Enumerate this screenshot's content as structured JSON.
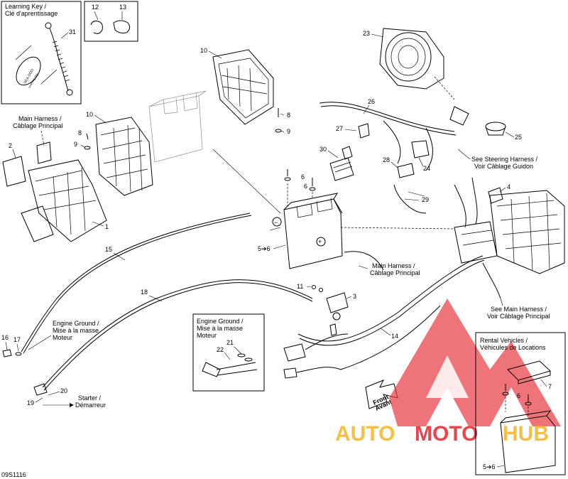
{
  "insets": {
    "learning_key_title_en": "Learning Key /",
    "learning_key_title_fr": "Clé d'aprentissage",
    "key_text_brand": "SEA-DOO",
    "key_text_sub": "Learning Key"
  },
  "labels": {
    "main_harness_1_en": "Main Harness /",
    "main_harness_1_fr": "Câblage Principal",
    "main_harness_2_en": "Main Harness /",
    "main_harness_2_fr": "Câblage Principal",
    "see_steering_en": "See Steering Harness /",
    "see_steering_fr": "Voir Câblage Guidon",
    "see_main_en": "See Main Harness /",
    "see_main_fr": "Voir Câblage Principal",
    "engine_ground_1_en": "Engine Ground /",
    "engine_ground_1_fr": "Mise à la masse",
    "engine_ground_1_fr2": "Moteur",
    "engine_ground_2_en": "Engine Ground /",
    "engine_ground_2_fr": "Mise à la masse",
    "engine_ground_2_fr2": "Moteur",
    "starter_en": "Starter /",
    "starter_fr": "Démarreur",
    "rental_en": "Rental Vehicles /",
    "rental_fr": "Véhicules de Locations",
    "front_en": "Front",
    "front_fr": "Avant",
    "battery_ref_1": "5➔6",
    "battery_ref_2": "5➔6",
    "minus_sign": "−",
    "plus_sign": "+",
    "drawing_code": "09S1116"
  },
  "callouts": {
    "c1": "1",
    "c2": "2",
    "c3": "3",
    "c4": "4",
    "c6a": "6",
    "c6b": "6",
    "c7": "7",
    "c8a": "8",
    "c8b": "8",
    "c9a": "9",
    "c9b": "9",
    "c10a": "10",
    "c10b": "10",
    "c11": "11",
    "c12": "12",
    "c13": "13",
    "c14": "14",
    "c15": "15",
    "c16": "16",
    "c17": "17",
    "c18": "18",
    "c19": "19",
    "c20": "20",
    "c21": "21",
    "c22": "22",
    "c23": "23",
    "c24": "24",
    "c25": "25",
    "c26": "26",
    "c27": "27",
    "c28": "28",
    "c29": "29",
    "c30": "30",
    "c31": "31"
  },
  "watermark": {
    "part1": "AUTO",
    "part2": "MOTO",
    "part3": "HUB",
    "color_red": "#e8313a",
    "color_yellow": "#f5b731"
  }
}
